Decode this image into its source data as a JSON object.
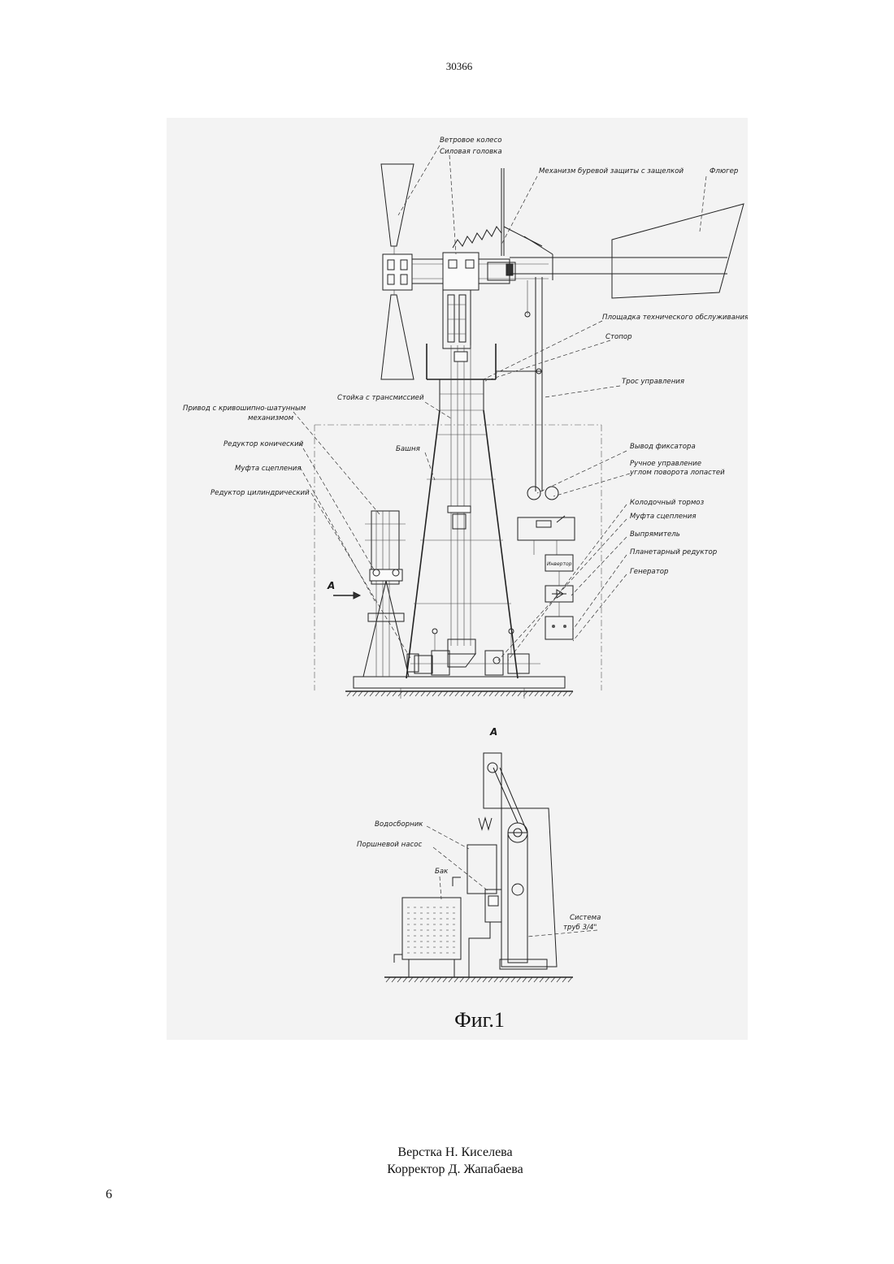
{
  "header": {
    "doc_number": "30366"
  },
  "figure": {
    "caption": "Фиг.1",
    "section_label": "A",
    "section_arrow_label": "A",
    "labels": {
      "wind_wheel": "Ветровое колесо",
      "power_head": "Силовая головка",
      "storm_protection": "Механизм буревой защиты с защелкой",
      "vane": "Флюгер",
      "service_platform": "Площадка технического обслуживания",
      "stopper": "Стопор",
      "control_cable": "Трос управления",
      "transmission_stand": "Стойка с трансмиссией",
      "crank_drive_1": "Привод с кривошипно-шатунным",
      "crank_drive_2": "механизмом",
      "bevel_reducer": "Редуктор конический",
      "clutch_left": "Муфта сцепления",
      "cylindrical_reducer": "Редуктор цилиндрический",
      "tower": "Башня",
      "latch_output": "Вывод фиксатора",
      "manual_control_1": "Ручное управление",
      "manual_control_2": "углом поворота лопастей",
      "shoe_brake": "Колодочный тормоз",
      "clutch_right": "Муфта сцепления",
      "rectifier": "Выпрямитель",
      "planetary_reducer": "Планетарный редуктор",
      "generator": "Генератор",
      "inverter": "Инвертор",
      "water_collector": "Водосборник",
      "piston_pump": "Поршневой насос",
      "tank": "Бак",
      "pipe_system_1": "Система",
      "pipe_system_2": "труб 3/4\""
    }
  },
  "footer": {
    "layout": "Верстка Н. Киселева",
    "corrector": "Корректор Д. Жапабаева",
    "page_number": "6"
  }
}
